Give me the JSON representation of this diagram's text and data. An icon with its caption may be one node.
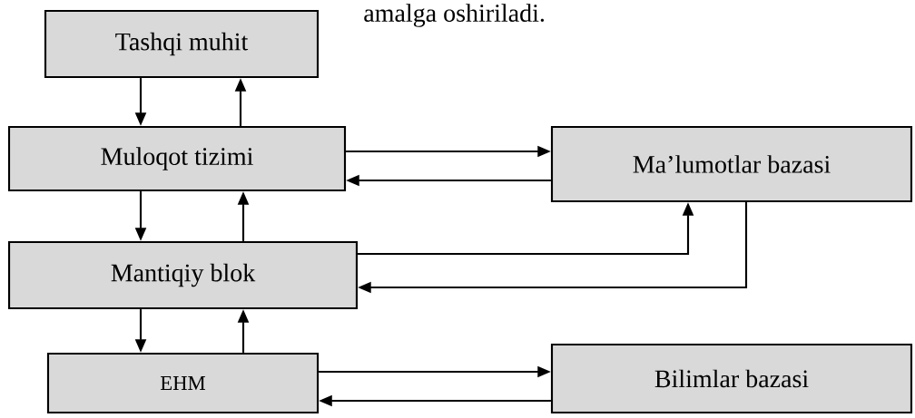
{
  "diagram": {
    "nodes": [
      {
        "text": [
          "Tashqi muhit"
        ]
      },
      {
        "text": [
          "Muloqot tizimi"
        ]
      },
      {
        "text": [
          "Ma’lumotlar bazasi"
        ]
      },
      {
        "text": [
          "Mantiqiy blok"
        ]
      },
      {
        "text": [
          "EHM"
        ]
      },
      {
        "text": [
          "Bilimlar bazasi"
        ]
      }
    ],
    "edges": [
      {
        "from": 0,
        "to": 1,
        "arrow": "to"
      },
      {
        "from": 1,
        "to": 0,
        "arrow": "to"
      },
      {
        "from": 1,
        "to": 2,
        "arrow": "to"
      },
      {
        "from": 2,
        "to": 1,
        "arrow": "to"
      },
      {
        "from": 1,
        "to": 3,
        "arrow": "to"
      },
      {
        "from": 3,
        "to": 1,
        "arrow": "to"
      },
      {
        "from": 3,
        "to": 2,
        "arrow": "to"
      },
      {
        "from": 2,
        "to": 3,
        "arrow": "to"
      },
      {
        "from": 3,
        "to": 4,
        "arrow": "to"
      },
      {
        "from": 4,
        "to": 3,
        "arrow": "to"
      },
      {
        "from": 4,
        "to": 5,
        "arrow": "to"
      },
      {
        "from": 5,
        "to": 4,
        "arrow": "to"
      }
    ],
    "labels": [
      "amalga oshiriladi."
    ]
  }
}
